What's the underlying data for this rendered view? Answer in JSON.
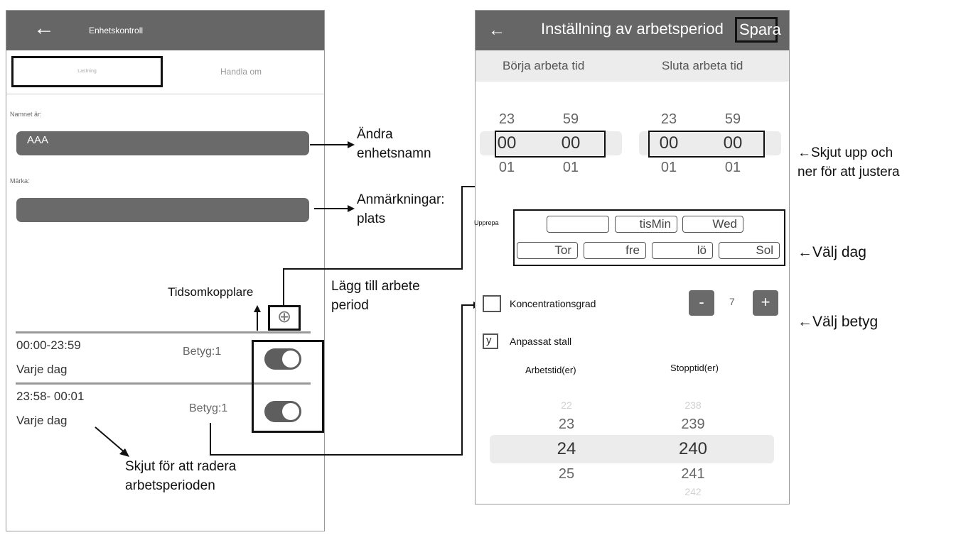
{
  "left_screen": {
    "title": "Enhetskontroll",
    "tabs": [
      {
        "label": "Lastning"
      },
      {
        "label": "Handla om"
      }
    ],
    "name_label": "Namnet är:",
    "name_value": "AAA",
    "mark_label": "Märka:",
    "mark_value": "",
    "timer_label": "Tidsomkopplare",
    "periods": [
      {
        "time": "00:00-23:59",
        "repeat": "Varje dag",
        "grade": "Betyg:1",
        "enabled": true
      },
      {
        "time": "23:58- 00:01",
        "repeat": "Varje dag",
        "grade": "Betyg:1",
        "enabled": true
      }
    ]
  },
  "right_screen": {
    "title": "Inställning av arbetsperiod",
    "save_label": "Spara",
    "start_header": "Börja arbeta tid",
    "stop_header": "Sluta arbeta tid",
    "start_picker": {
      "hours": [
        "23",
        "00",
        "01"
      ],
      "minutes": [
        "59",
        "00",
        "01"
      ]
    },
    "stop_picker": {
      "hours": [
        "23",
        "00",
        "01"
      ],
      "minutes": [
        "59",
        "00",
        "01"
      ]
    },
    "repeat_label": "Upprepa",
    "days_row1": [
      "",
      "tisMin",
      "Wed"
    ],
    "days_row2": [
      "Tor",
      "fre",
      "lö",
      "Sol"
    ],
    "concentration_label": "Koncentrationsgrad",
    "concentration_value": "7",
    "minus_label": "-",
    "plus_label": "+",
    "custom_check_mark": "y",
    "custom_label": "Anpassat stall",
    "work_time_header": "Arbetstid(er)",
    "stop_time_header": "Stopptid(er)",
    "work_picker": [
      "22",
      "23",
      "24",
      "25"
    ],
    "stop_time_picker": [
      "238",
      "239",
      "240",
      "241",
      "242"
    ]
  },
  "annotations": {
    "change_name": "Ändra\nenhetsnamn",
    "remarks": "Anmärkningar:\nplats",
    "add_period": "Lägg till arbete\nperiod",
    "slide_delete": "Skjut för att radera\narbetsperioden",
    "slide_adjust": "←Skjut upp och\nner för att justera",
    "choose_day": "←Välj dag",
    "choose_grade": "←Välj betyg"
  },
  "colors": {
    "bar": "#666666",
    "field": "#6a6a6a",
    "picker_highlight": "#ececec"
  }
}
